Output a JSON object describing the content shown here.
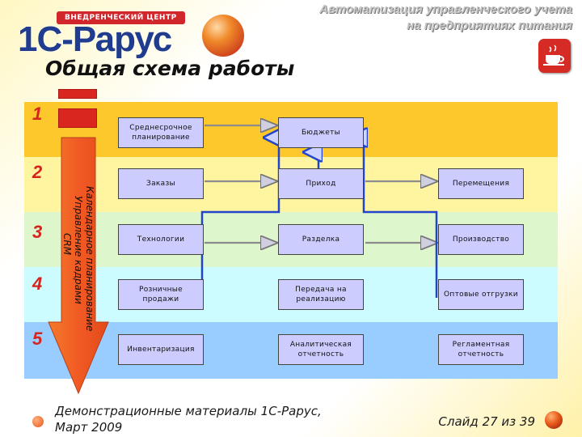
{
  "header": {
    "logo_badge": "ВНЕДРЕНЧЕСКИЙ ЦЕНТР",
    "logo_text": "1С-Рарус",
    "title": "Автоматизация управленческого учета\nна предприятиях питания"
  },
  "page_title": "Общая схема работы",
  "levels": [
    "1",
    "2",
    "3",
    "4",
    "5"
  ],
  "vertical_bar_labels": [
    "Календарное планирование",
    "Управление кадрами",
    "CRM"
  ],
  "boxes": {
    "medium_term_planning": "Среднесрочное планирование",
    "budgets": "Бюджеты",
    "orders": "Заказы",
    "receipt": "Приход",
    "transfers": "Перемещения",
    "technologies": "Технологии",
    "cutting": "Разделка",
    "production": "Производство",
    "retail_sales": "Розничные продажи",
    "transfer_for_sale": "Передача на реализацию",
    "wholesale_shipments": "Оптовые отгрузки",
    "inventory": "Инвентаризация",
    "analytical_reporting": "Аналитическая отчетность",
    "regulated_reporting": "Регламентная отчетность"
  },
  "footer": {
    "left": "Демонстрационные материалы 1С-Рарус,\nМарт 2009",
    "slide": "Слайд 27 из 39"
  },
  "colors": {
    "band_1": "#fdc82c",
    "band_2": "#fff4a0",
    "band_3": "#ddf6cc",
    "band_4": "#ccfcff",
    "band_5": "#99ccff",
    "box_fill": "#ccccff",
    "blue_arrow": "#2244cc",
    "gray_arrow": "#8c8c8c",
    "accent_red": "#d9261e",
    "arrow_orange": "#f15a24"
  }
}
